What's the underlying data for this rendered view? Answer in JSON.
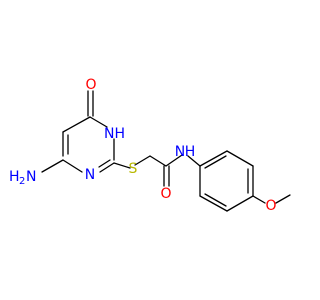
{
  "molecule": {
    "atoms": {
      "oxo_oxygen": "O",
      "ring_nh": "NH",
      "ring_n": "N",
      "amino_h": "H",
      "amino_h_count": "2",
      "amino_n": "N",
      "thioether_s": "S",
      "amide_oxygen": "O",
      "amide_nh": "N",
      "amide_h": "H",
      "ether_oxygen": "O"
    }
  },
  "colors": {
    "oxygen": "#ff0000",
    "nitrogen": "#0000ff",
    "sulfur": "#b8b800",
    "bond": "#000000"
  }
}
